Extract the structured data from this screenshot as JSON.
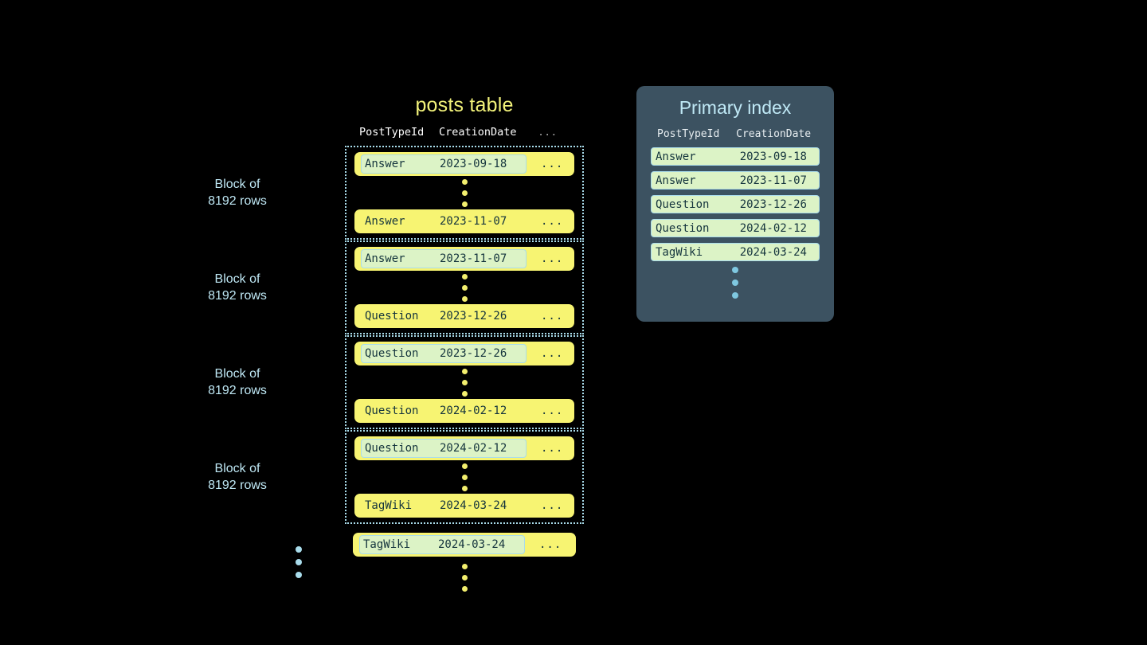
{
  "colors": {
    "background": "#000000",
    "row_yellow": "#f7f472",
    "highlight_green": "#dcf3c6",
    "accent_blue": "#a9dceb",
    "title_yellow": "#f2f27a",
    "panel_slate": "#3c5261",
    "text_dark": "#14343d"
  },
  "posts_table": {
    "title": "posts table",
    "columns": {
      "post_type_id": "PostTypeId",
      "creation_date": "CreationDate",
      "rest": "..."
    },
    "ellipsis": "...",
    "block_label": "Block of\n8192 rows",
    "block_label_line1": "Block of",
    "block_label_line2": "8192 rows",
    "blocks": [
      {
        "label_line1": "Block of",
        "label_line2": "8192 rows",
        "first_row": {
          "post_type_id": "Answer",
          "creation_date": "2023-09-18",
          "rest": "...",
          "highlighted": true
        },
        "last_row": {
          "post_type_id": "Answer",
          "creation_date": "2023-11-07",
          "rest": "...",
          "highlighted": false
        }
      },
      {
        "label_line1": "Block of",
        "label_line2": "8192 rows",
        "first_row": {
          "post_type_id": "Answer",
          "creation_date": "2023-11-07",
          "rest": "...",
          "highlighted": true
        },
        "last_row": {
          "post_type_id": "Question",
          "creation_date": "2023-12-26",
          "rest": "...",
          "highlighted": false
        }
      },
      {
        "label_line1": "Block of",
        "label_line2": "8192 rows",
        "first_row": {
          "post_type_id": "Question",
          "creation_date": "2023-12-26",
          "rest": "...",
          "highlighted": true
        },
        "last_row": {
          "post_type_id": "Question",
          "creation_date": "2024-02-12",
          "rest": "...",
          "highlighted": false
        }
      },
      {
        "label_line1": "Block of",
        "label_line2": "8192 rows",
        "first_row": {
          "post_type_id": "Question",
          "creation_date": "2024-02-12",
          "rest": "...",
          "highlighted": true
        },
        "last_row": {
          "post_type_id": "TagWiki",
          "creation_date": "2024-03-24",
          "rest": "...",
          "highlighted": false
        }
      }
    ],
    "trailing_row": {
      "post_type_id": "TagWiki",
      "creation_date": "2024-03-24",
      "rest": "...",
      "highlighted": true
    }
  },
  "primary_index": {
    "title": "Primary index",
    "columns": {
      "post_type_id": "PostTypeId",
      "creation_date": "CreationDate"
    },
    "rows": [
      {
        "post_type_id": "Answer",
        "creation_date": "2023-09-18"
      },
      {
        "post_type_id": "Answer",
        "creation_date": "2023-11-07"
      },
      {
        "post_type_id": "Question",
        "creation_date": "2023-12-26"
      },
      {
        "post_type_id": "Question",
        "creation_date": "2024-02-12"
      },
      {
        "post_type_id": "TagWiki",
        "creation_date": "2024-03-24"
      }
    ]
  }
}
